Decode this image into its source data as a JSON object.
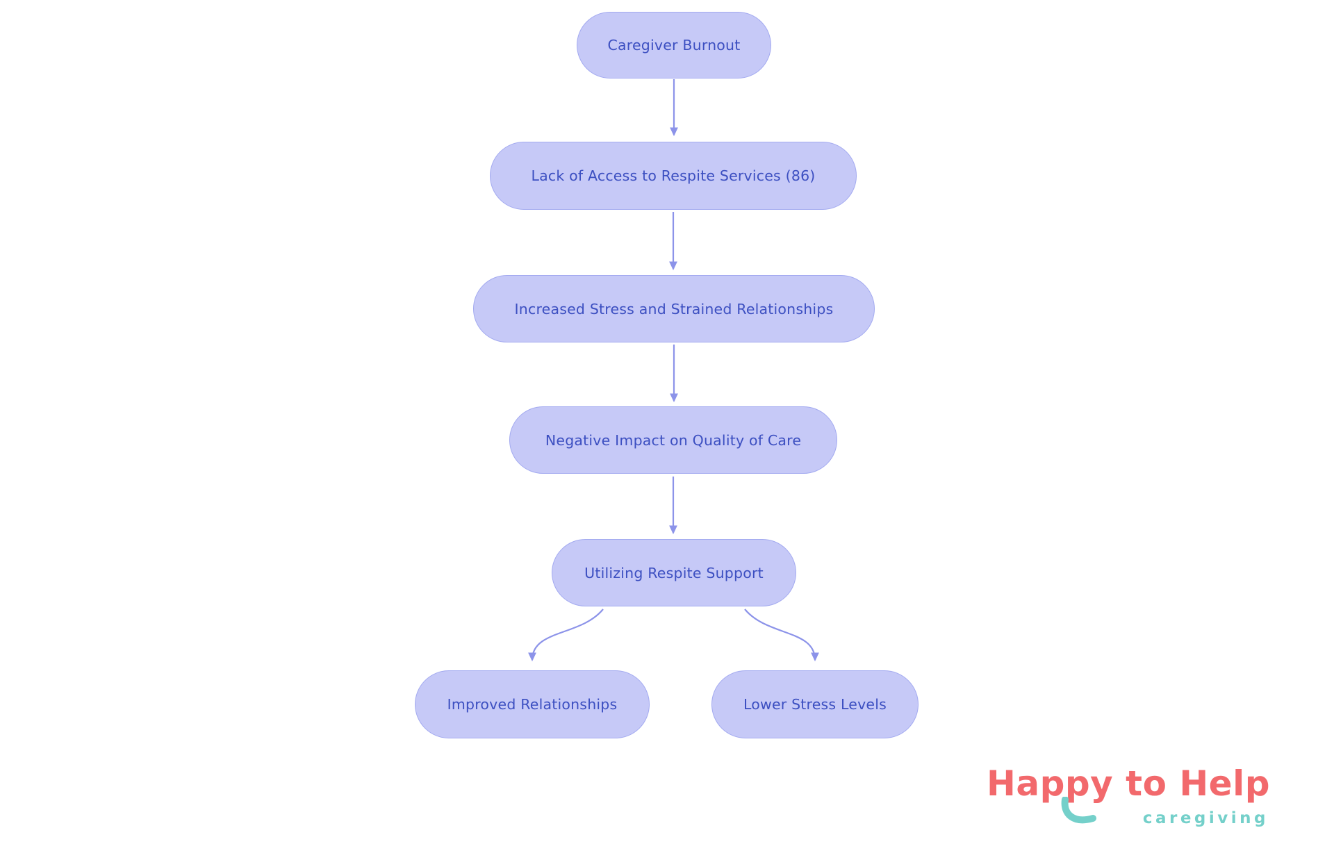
{
  "colors": {
    "node_fill": "#c6c9f7",
    "node_border": "#a3aaf0",
    "node_text": "#3c4fc1",
    "arrow": "#8c93e9",
    "logo_title": "#f2696c",
    "logo_accent": "#74d0ca",
    "background": "#ffffff"
  },
  "diagram": {
    "type": "flowchart",
    "direction": "top-down",
    "nodes": [
      {
        "id": "caregiver-burnout",
        "label": "Caregiver Burnout"
      },
      {
        "id": "lack-of-access-to-respite-services",
        "label": "Lack of Access to Respite Services (86)"
      },
      {
        "id": "increased-stress-and-strained-relationships",
        "label": "Increased Stress and Strained Relationships"
      },
      {
        "id": "negative-impact-on-quality-of-care",
        "label": "Negative Impact on Quality of Care"
      },
      {
        "id": "utilizing-respite-support",
        "label": "Utilizing Respite Support"
      },
      {
        "id": "improved-relationships",
        "label": "Improved Relationships"
      },
      {
        "id": "lower-stress-levels",
        "label": "Lower Stress Levels"
      }
    ],
    "edges": [
      {
        "from": "caregiver-burnout",
        "to": "lack-of-access-to-respite-services"
      },
      {
        "from": "lack-of-access-to-respite-services",
        "to": "increased-stress-and-strained-relationships"
      },
      {
        "from": "increased-stress-and-strained-relationships",
        "to": "negative-impact-on-quality-of-care"
      },
      {
        "from": "negative-impact-on-quality-of-care",
        "to": "utilizing-respite-support"
      },
      {
        "from": "utilizing-respite-support",
        "to": "improved-relationships"
      },
      {
        "from": "utilizing-respite-support",
        "to": "lower-stress-levels"
      }
    ]
  },
  "logo": {
    "title": "Happy to Help",
    "subtitle": "caregiving"
  }
}
